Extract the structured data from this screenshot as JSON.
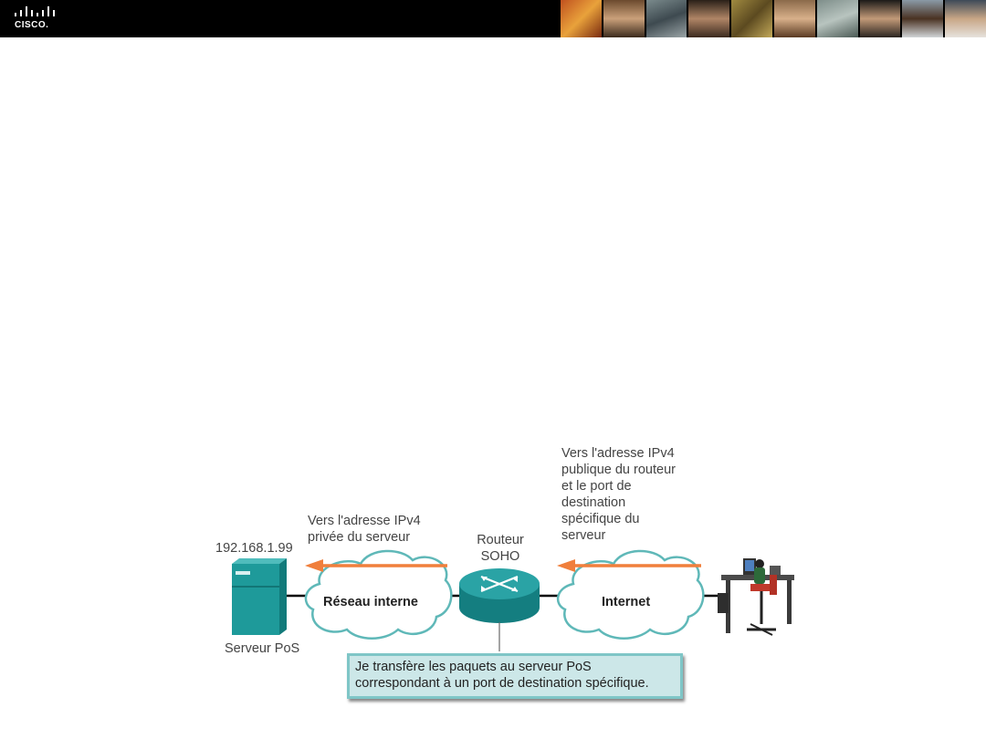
{
  "header": {
    "logo_text": "CISCO."
  },
  "diagram": {
    "server_ip": "192.168.1.99",
    "server_label": "Serveur PoS",
    "internal_network_label": "Réseau interne",
    "internet_label": "Internet",
    "router_label": "Routeur\nSOHO",
    "private_arrow_label": "Vers l'adresse IPv4\nprivée du serveur",
    "public_arrow_label": "Vers l'adresse IPv4\npublique du routeur\net le port de\ndestination\nspécifique du\nserveur",
    "callout_text": "Je transfère les paquets au serveur PoS\ncorrespondant à un port de destination spécifique.",
    "colors": {
      "arrow": "#f07f3c",
      "device_teal": "#1e9a9a",
      "callout_bg": "#cce7e8"
    }
  }
}
